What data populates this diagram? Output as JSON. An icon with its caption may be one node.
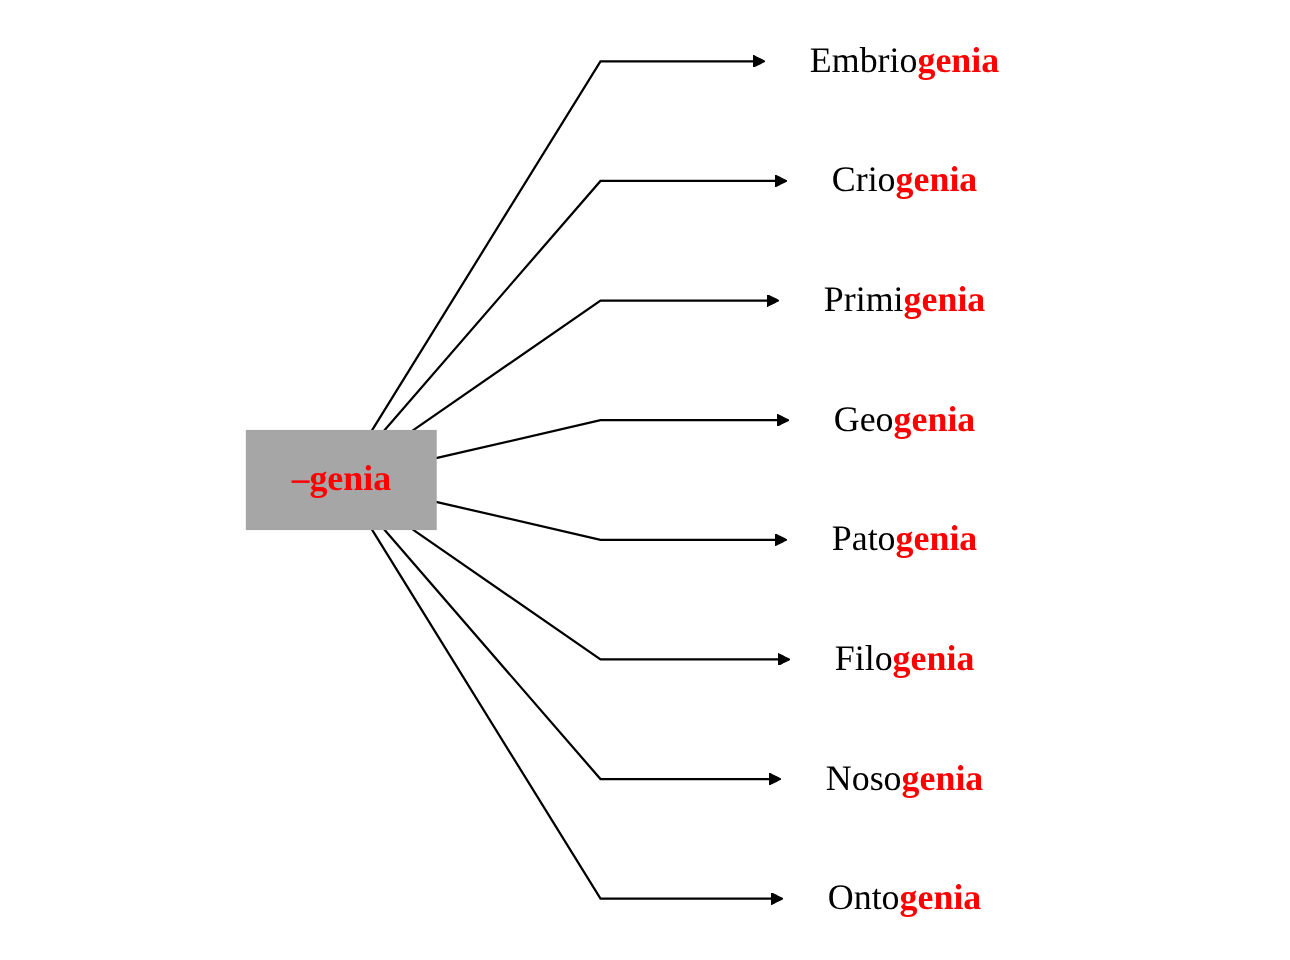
{
  "diagram": {
    "nodes": [
      {
        "text": [
          "–genia"
        ]
      },
      {
        "text": [
          "Embrio**genia**"
        ]
      },
      {
        "text": [
          "Crio**genia**"
        ]
      },
      {
        "text": [
          "Primi**genia**"
        ]
      },
      {
        "text": [
          "Geo**genia**"
        ]
      },
      {
        "text": [
          "Pato**genia**"
        ]
      },
      {
        "text": [
          "Filo**genia**"
        ]
      },
      {
        "text": [
          "Noso**genia**"
        ]
      },
      {
        "text": [
          "Onto**genia**"
        ]
      }
    ],
    "edges": [
      {
        "from": 0,
        "to": 1,
        "arrow": "to"
      },
      {
        "from": 0,
        "to": 2,
        "arrow": "to"
      },
      {
        "from": 0,
        "to": 3,
        "arrow": "to"
      },
      {
        "from": 0,
        "to": 4,
        "arrow": "to"
      },
      {
        "from": 0,
        "to": 5,
        "arrow": "to"
      },
      {
        "from": 0,
        "to": 6,
        "arrow": "to"
      },
      {
        "from": 0,
        "to": 7,
        "arrow": "to"
      },
      {
        "from": 0,
        "to": 8,
        "arrow": "to"
      }
    ]
  }
}
